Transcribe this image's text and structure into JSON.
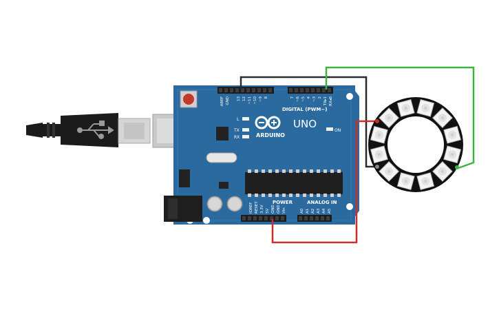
{
  "board": {
    "brand": "ARDUINO",
    "model": "UNO",
    "header_digital": "DIGITAL (PWM~)",
    "header_power": "POWER",
    "header_analog": "ANALOG IN",
    "led_l": "L",
    "led_tx": "TX",
    "led_rx": "RX",
    "led_on": "ON",
    "pin_aref": "AREF",
    "pin_gnd": "GND",
    "pin_13": "13",
    "pin_12": "12",
    "pin_11": "~11",
    "pin_10": "~10",
    "pin_9": "~9",
    "pin_8": "8",
    "pin_7": "7",
    "pin_6": "~6",
    "pin_5": "~5",
    "pin_4": "4",
    "pin_3": "~3",
    "pin_2": "2",
    "pin_tx": "TX▸1",
    "pin_rx": "RX◂0",
    "pin_ioref": "IOREF",
    "pin_reset": "RESET",
    "pin_3v3": "3.3V",
    "pin_5v": "5V",
    "pin_gnd1": "GND",
    "pin_gnd2": "GND",
    "pin_vin": "Vin",
    "pin_a0": "A0",
    "pin_a1": "A1",
    "pin_a2": "A2",
    "pin_a3": "A3",
    "pin_a4": "A4",
    "pin_a5": "A5"
  },
  "colors": {
    "board": "#2b6a9e",
    "wire_black": "#2a2a2a",
    "wire_green": "#3db53d",
    "wire_red": "#d42a2a",
    "ring": "#111111",
    "usb_cable": "#1b1b1b"
  },
  "icons": [
    "usb-icon",
    "arduino-infinity-logo-icon"
  ]
}
